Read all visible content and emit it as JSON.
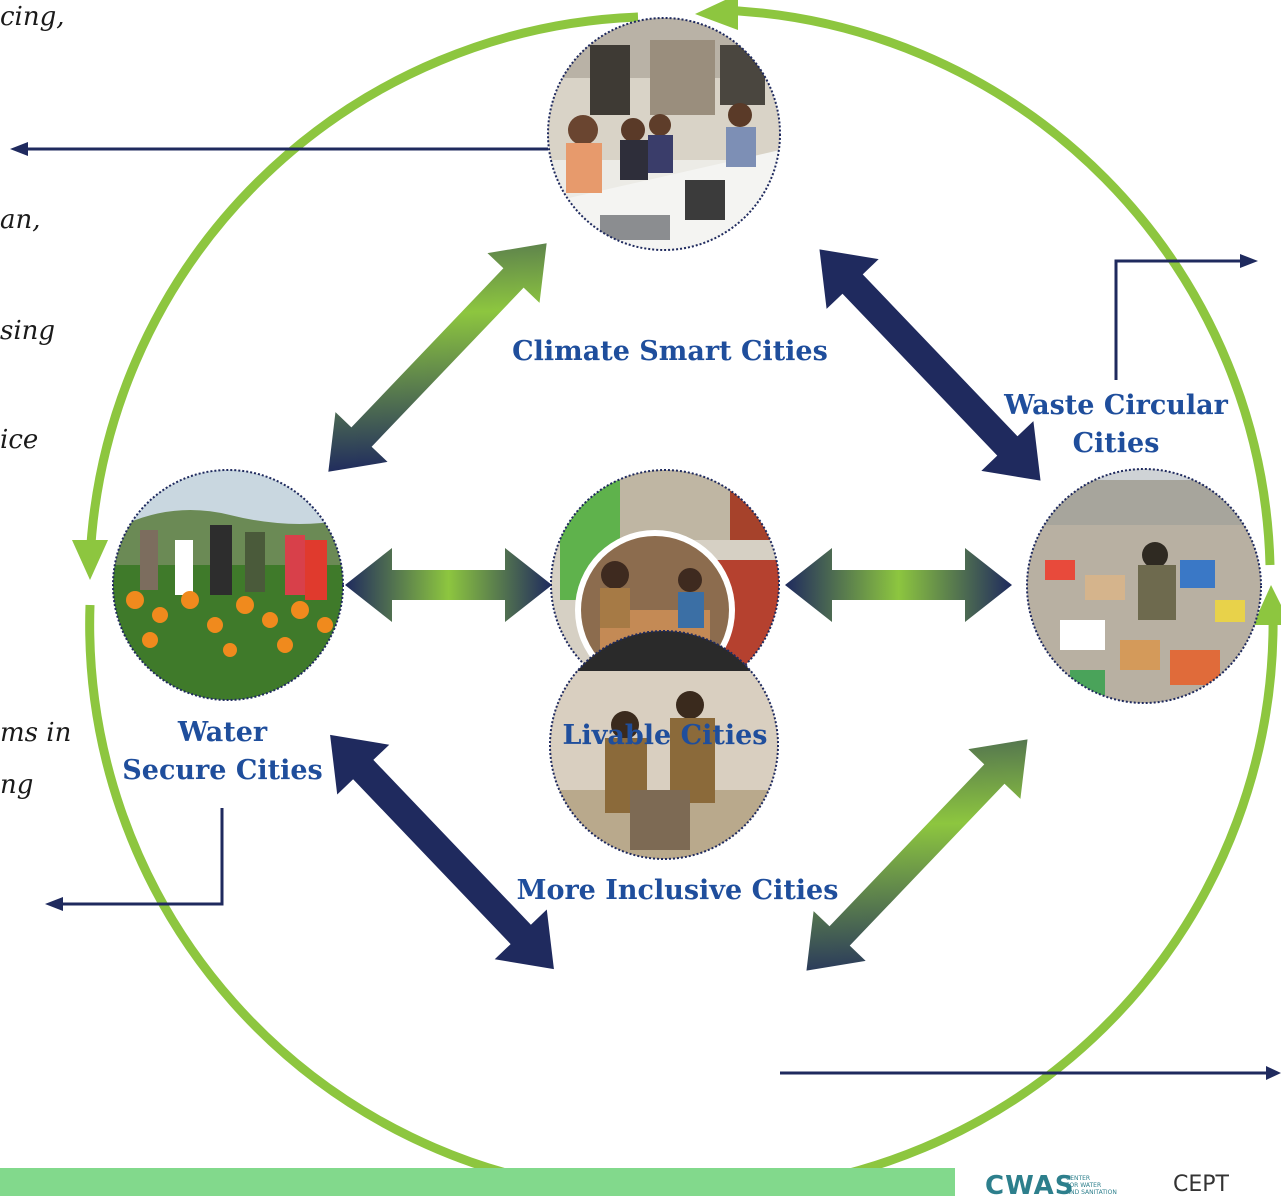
{
  "labels": {
    "climate": "Climate Smart Cities",
    "waste_line1": "Waste Circular",
    "waste_line2": "Cities",
    "water_line1": "Water",
    "water_line2": "Secure Cities",
    "livable": "Livable Cities",
    "inclusive": "More Inclusive Cities"
  },
  "left_text_fragments": [
    "cing,",
    "an,",
    "sing",
    "ice",
    "ms in",
    "ng"
  ],
  "logos": {
    "cwas": "CWAS",
    "cwas_sub": [
      "CENTER",
      "FOR WATER",
      "AND SANITATION"
    ],
    "cept": "CEPT"
  },
  "colors": {
    "ring": "#8dc63f",
    "arrow_dark": "#1f2a5e",
    "arrow_glow": "#8dc63f",
    "label_blue": "#1f4e9c",
    "bottom_bar": "#82d98c"
  },
  "photos": [
    {
      "name": "photo-climate-meeting",
      "depicts": "people in meeting room"
    },
    {
      "name": "photo-water-garden",
      "depicts": "people in flower garden"
    },
    {
      "name": "photo-livable-collage",
      "depicts": "collage of workers and waste"
    },
    {
      "name": "photo-waste-dump",
      "depicts": "worker sorting waste at dump"
    },
    {
      "name": "photo-inclusive-workers",
      "depicts": "workers handling waste sacks"
    }
  ]
}
